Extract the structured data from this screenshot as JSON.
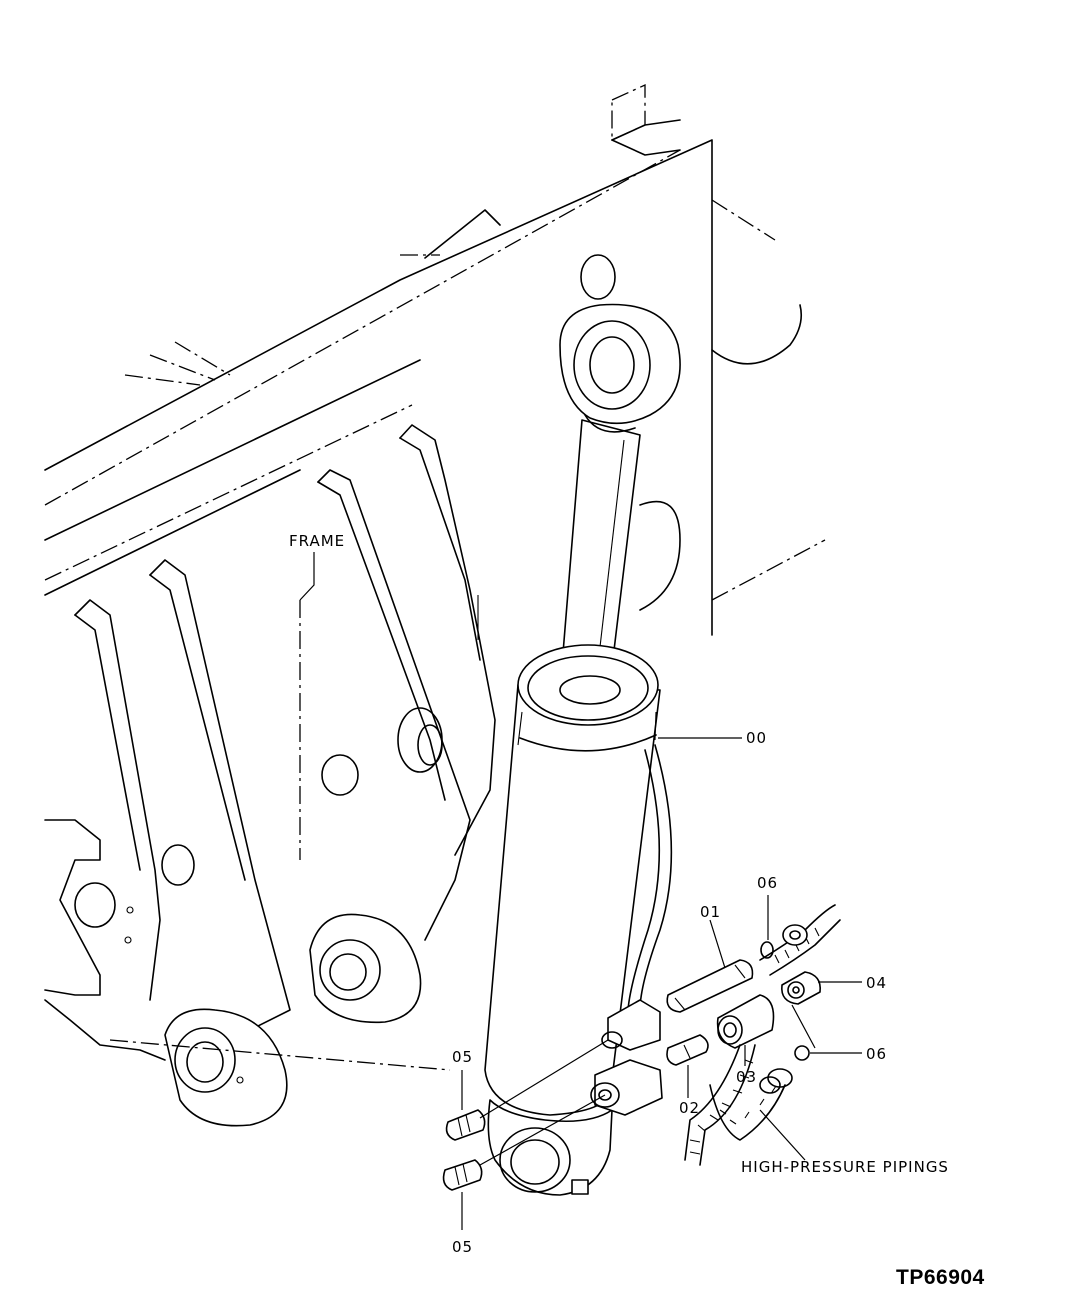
{
  "labels": {
    "frame": "FRAME",
    "high_pressure_pipings": "HIGH-PRESSURE PIPINGS",
    "drawing_number": "TP66904"
  },
  "parts": [
    {
      "ref": "00"
    },
    {
      "ref": "01"
    },
    {
      "ref": "02"
    },
    {
      "ref": "03"
    },
    {
      "ref": "04"
    },
    {
      "ref": "05"
    },
    {
      "ref": "05"
    },
    {
      "ref": "06"
    },
    {
      "ref": "06"
    }
  ]
}
